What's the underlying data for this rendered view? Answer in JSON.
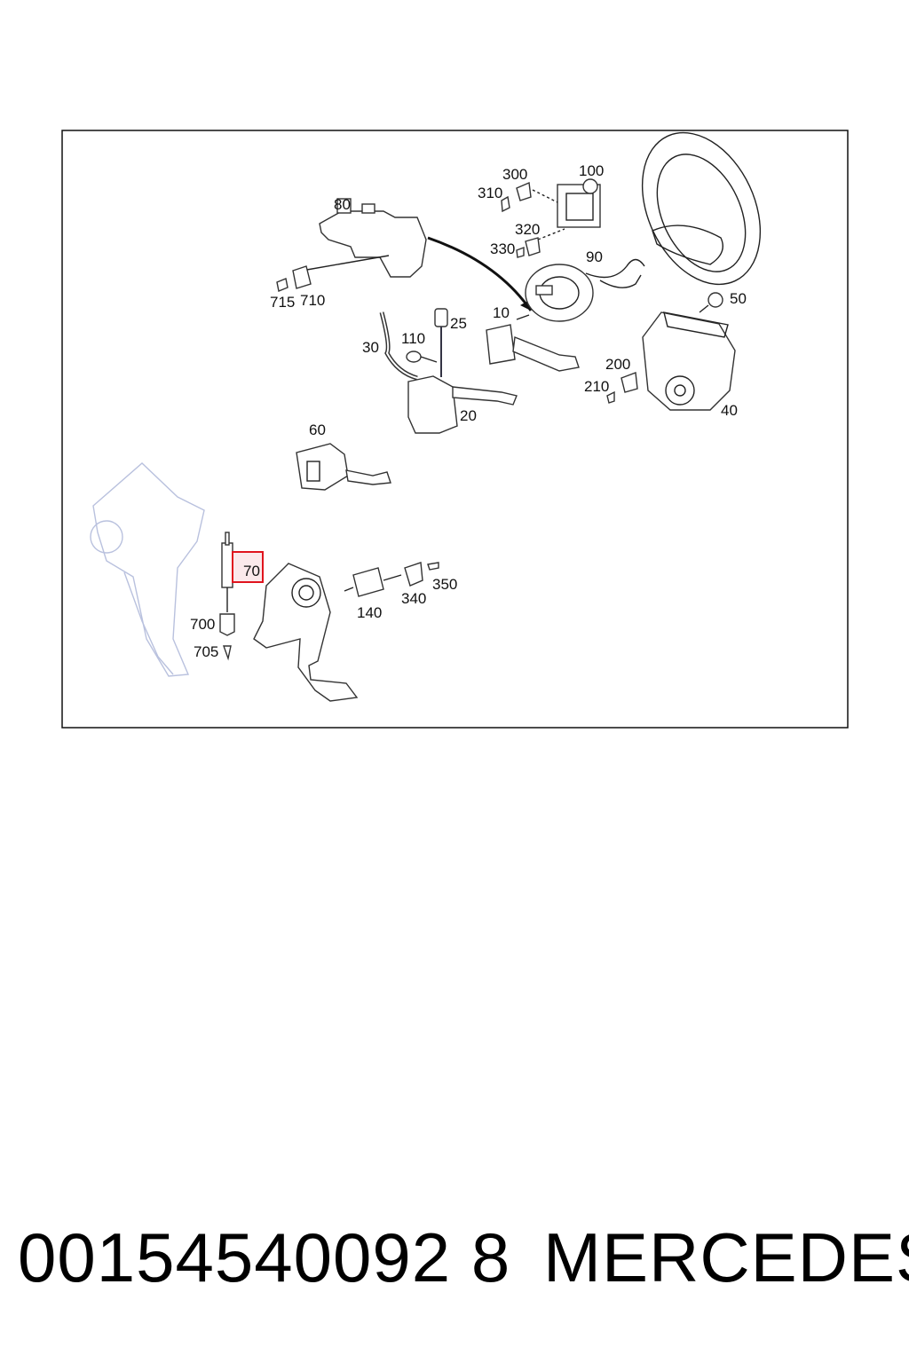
{
  "callouts": {
    "c80": "80",
    "c715": "715",
    "c710": "710",
    "c300": "300",
    "c310": "310",
    "c100": "100",
    "c320": "320",
    "c330": "330",
    "c90": "90",
    "c10": "10",
    "c25": "25",
    "c110": "110",
    "c30": "30",
    "c20": "20",
    "c50": "50",
    "c200": "200",
    "c210": "210",
    "c40": "40",
    "c60": "60",
    "c70": "70",
    "c700": "700",
    "c705": "705",
    "c140": "140",
    "c340": "340",
    "c350": "350"
  },
  "highlight": {
    "label": "70",
    "color": "#e0141e"
  },
  "footer": {
    "part_number": "00154540092 8",
    "brand": "MERCEDES"
  }
}
